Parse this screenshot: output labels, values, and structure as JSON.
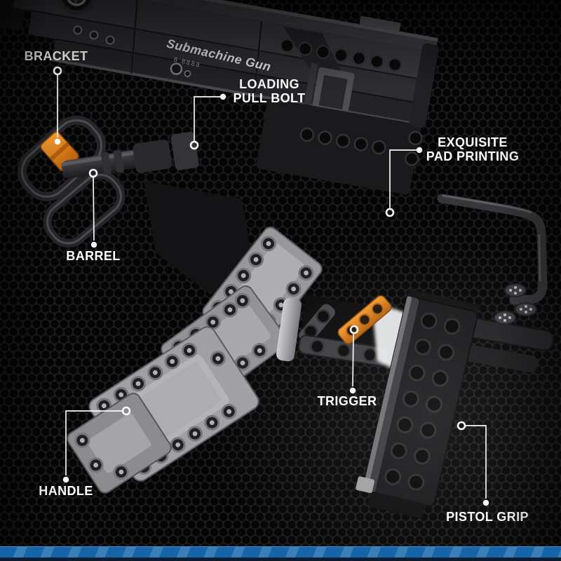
{
  "background": {
    "color": "#161616",
    "pattern": "hex-perforation"
  },
  "stripe": {
    "base_color": "#1565a8",
    "stripe_light": "#2f82c5",
    "footer_color": "#0a1d33"
  },
  "gun": {
    "print_text": "Submachine Gun",
    "serial_text": "8 8888",
    "accent_orange": "#e5811e",
    "body_dark": "#26262a",
    "magazine_gray": "#a2a2a6"
  },
  "callouts": {
    "bracket": {
      "label": "BRACKET"
    },
    "loading_pull_bolt": {
      "line1": "LOADING",
      "line2": "PULL BOLT"
    },
    "pad_printing": {
      "line1": "EXQUISITE",
      "line2": "PAD PRINTING"
    },
    "barrel": {
      "label": "BARREL"
    },
    "trigger": {
      "label": "TRIGGER"
    },
    "handle": {
      "label": "HANDLE"
    },
    "pistol_grip": {
      "label": "PISTOL GRIP"
    }
  }
}
